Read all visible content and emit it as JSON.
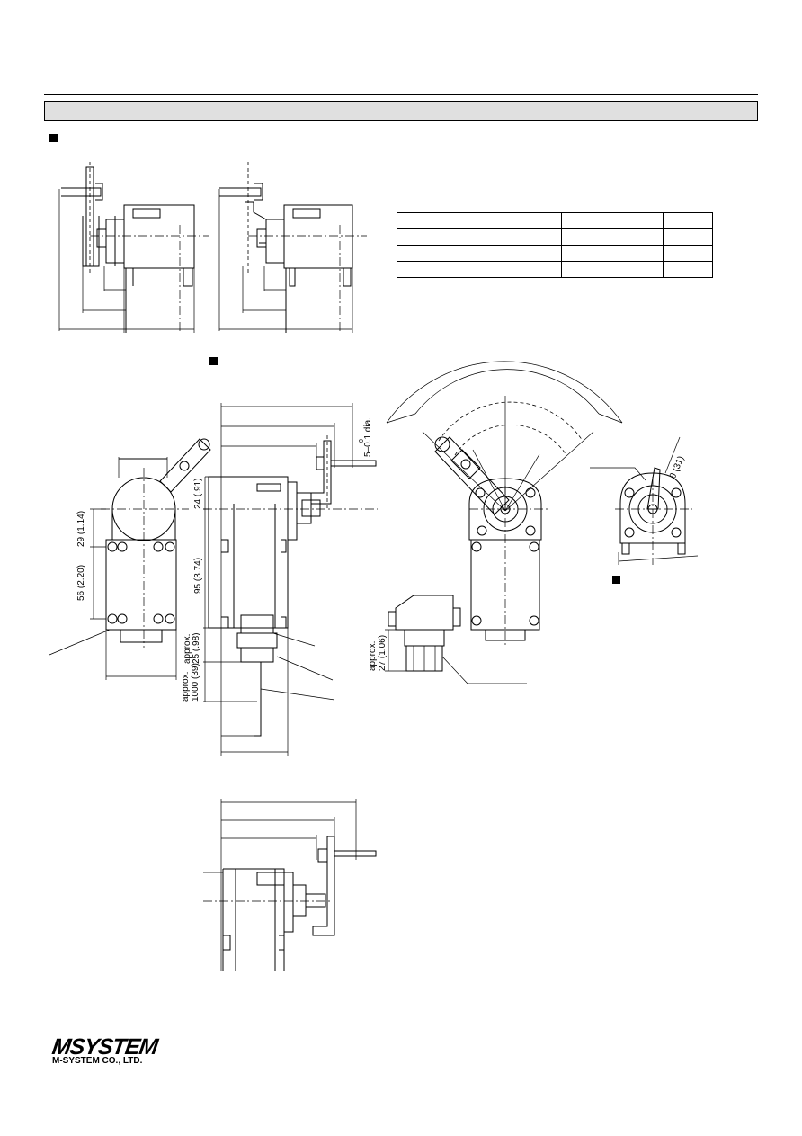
{
  "header": {
    "section_title": ""
  },
  "dimensions": {
    "d_24": "24 (.91)",
    "d_95": "95 (3.74)",
    "d_29": "29 (1.14)",
    "d_56": "56 (2.20)",
    "d_approx25_a": "approx.",
    "d_approx25_b": "25 (.98)",
    "d_approx1000_a": "approx.",
    "d_approx1000_b": "1000 (39)",
    "d_approx27_a": "approx.",
    "d_approx27_b": "27 (1.06)",
    "d_5dia_top": "0",
    "d_5dia": "5–0.1 dia.",
    "d_angle": "θ (31)"
  },
  "table": {
    "rows": 4,
    "cols": 3
  },
  "footer": {
    "logo": "MSYSTEM",
    "company": "M-SYSTEM CO., LTD."
  },
  "colors": {
    "line": "#000000",
    "section_bar": "#e0e0e0"
  }
}
